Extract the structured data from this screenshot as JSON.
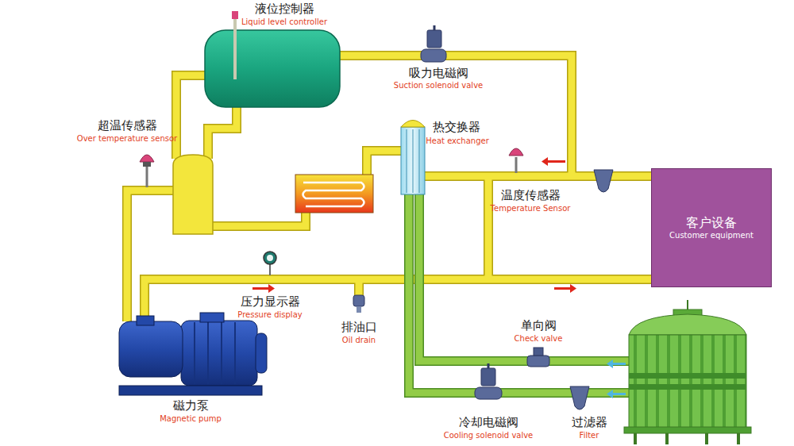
{
  "diagram": {
    "nodes": [
      {
        "text": [
          "客户设备",
          "Customer equipment"
        ]
      }
    ],
    "labels": [
      "液位控制器",
      "Liquid level controller",
      "吸力电磁阀",
      "Suction solenoid valve",
      "超温传感器",
      "Over temperature sensor",
      "热交换器",
      "Heat exchanger",
      "温度传感器",
      "Temperature Sensor",
      "压力显示器",
      "Pressure display",
      "排油口",
      "Oil drain",
      "单向阀",
      "Check valve",
      "磁力泵",
      "Magnetic pump",
      "冷却电磁阀",
      "Cooling solenoid valve",
      "过滤器",
      "Filter"
    ]
  }
}
